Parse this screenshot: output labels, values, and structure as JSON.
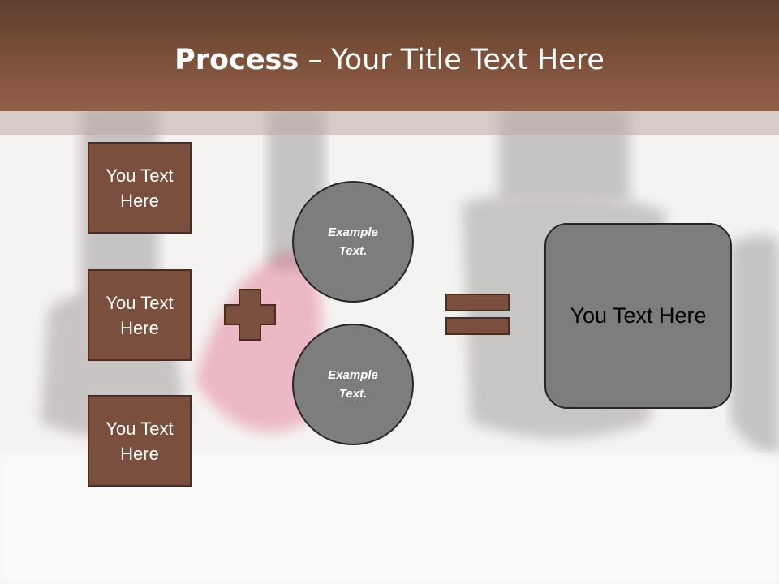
{
  "slide": {
    "title_bold": "Process",
    "title_rest": " – Your Title Text Here"
  },
  "left_boxes": [
    {
      "label": "You Text Here"
    },
    {
      "label": "You Text Here"
    },
    {
      "label": "You Text Here"
    }
  ],
  "circles": [
    {
      "label": "Example Text."
    },
    {
      "label": "Example Text."
    }
  ],
  "result": {
    "label": "You Text Here"
  },
  "colors": {
    "header": "#7b4f39",
    "box_fill": "#7b4f3e",
    "box_border": "#4a2c20",
    "circle_fill": "#7d7d7d",
    "background": "#f4f2f1"
  }
}
